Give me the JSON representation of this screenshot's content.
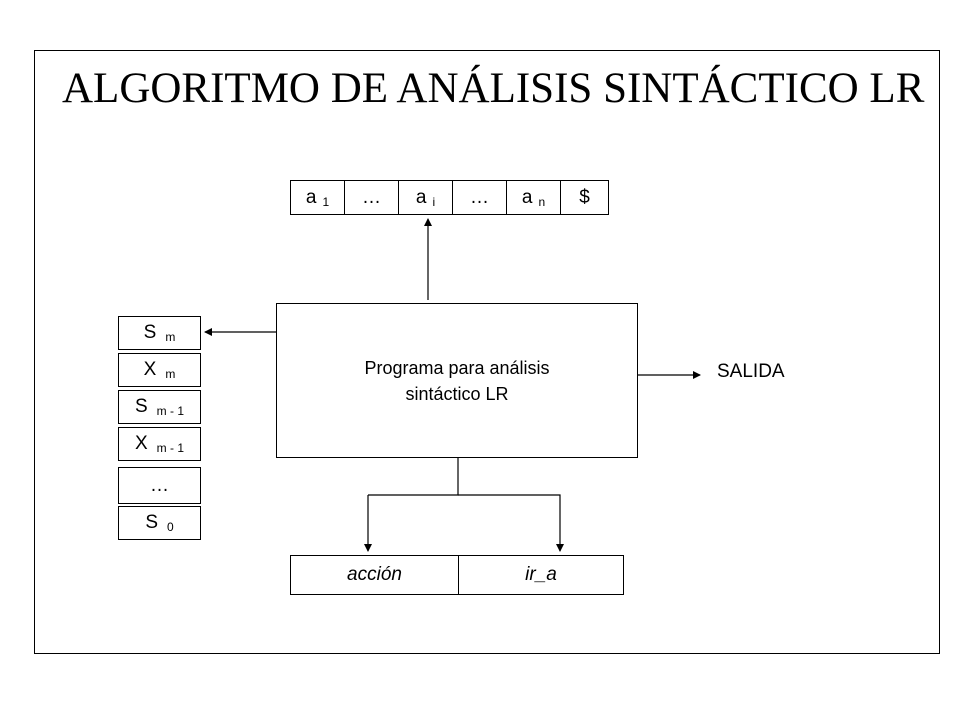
{
  "title": "ALGORITMO DE ANÁLISIS SINTÁCTICO LR",
  "input_tape": [
    {
      "main": "a",
      "sub": "1"
    },
    {
      "main": "…",
      "sub": ""
    },
    {
      "main": "a",
      "sub": "i"
    },
    {
      "main": "…",
      "sub": ""
    },
    {
      "main": "a",
      "sub": "n"
    },
    {
      "main": "$",
      "sub": ""
    }
  ],
  "stack": [
    {
      "main": "S",
      "sub": "m"
    },
    {
      "main": "X",
      "sub": "m"
    },
    {
      "main": "S",
      "sub": "m - 1"
    },
    {
      "main": "X",
      "sub": "m - 1"
    },
    {
      "main": "…",
      "sub": ""
    },
    {
      "main": "S",
      "sub": "0"
    }
  ],
  "program": {
    "label": "Programa para análisis\nsintáctico LR"
  },
  "output": {
    "label": "SALIDA"
  },
  "parsing_table": {
    "action": "acción",
    "goto": "ir_a"
  }
}
